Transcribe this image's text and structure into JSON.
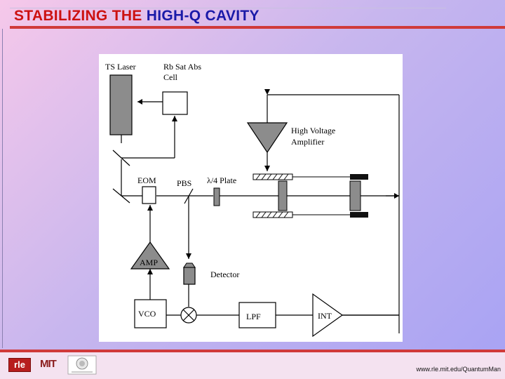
{
  "slide": {
    "title_part1": "STABILIZING THE",
    "title_part2": "HIGH-Q CAVITY",
    "footer_url": "www.rle.mit.edu/QuantumMan"
  },
  "logos": {
    "rle": "rle",
    "mit": "MIT"
  },
  "diagram": {
    "labels": {
      "ts_laser": "TS Laser",
      "rb_cell_line1": "Rb Sat Abs",
      "rb_cell_line2": "Cell",
      "hv_amp_line1": "High Voltage",
      "hv_amp_line2": "Amplifier",
      "eom": "EOM",
      "pbs": "PBS",
      "quarter_wave": "λ/4 Plate",
      "amp": "AMP",
      "detector": "Detector",
      "vco": "VCO",
      "lpf": "LPF",
      "int": "INT"
    }
  },
  "colors": {
    "title_red": "#cc1111",
    "title_blue": "#1a1aa8",
    "accent_rule": "#d03a3a",
    "component_gray": "#8c8c8c"
  }
}
